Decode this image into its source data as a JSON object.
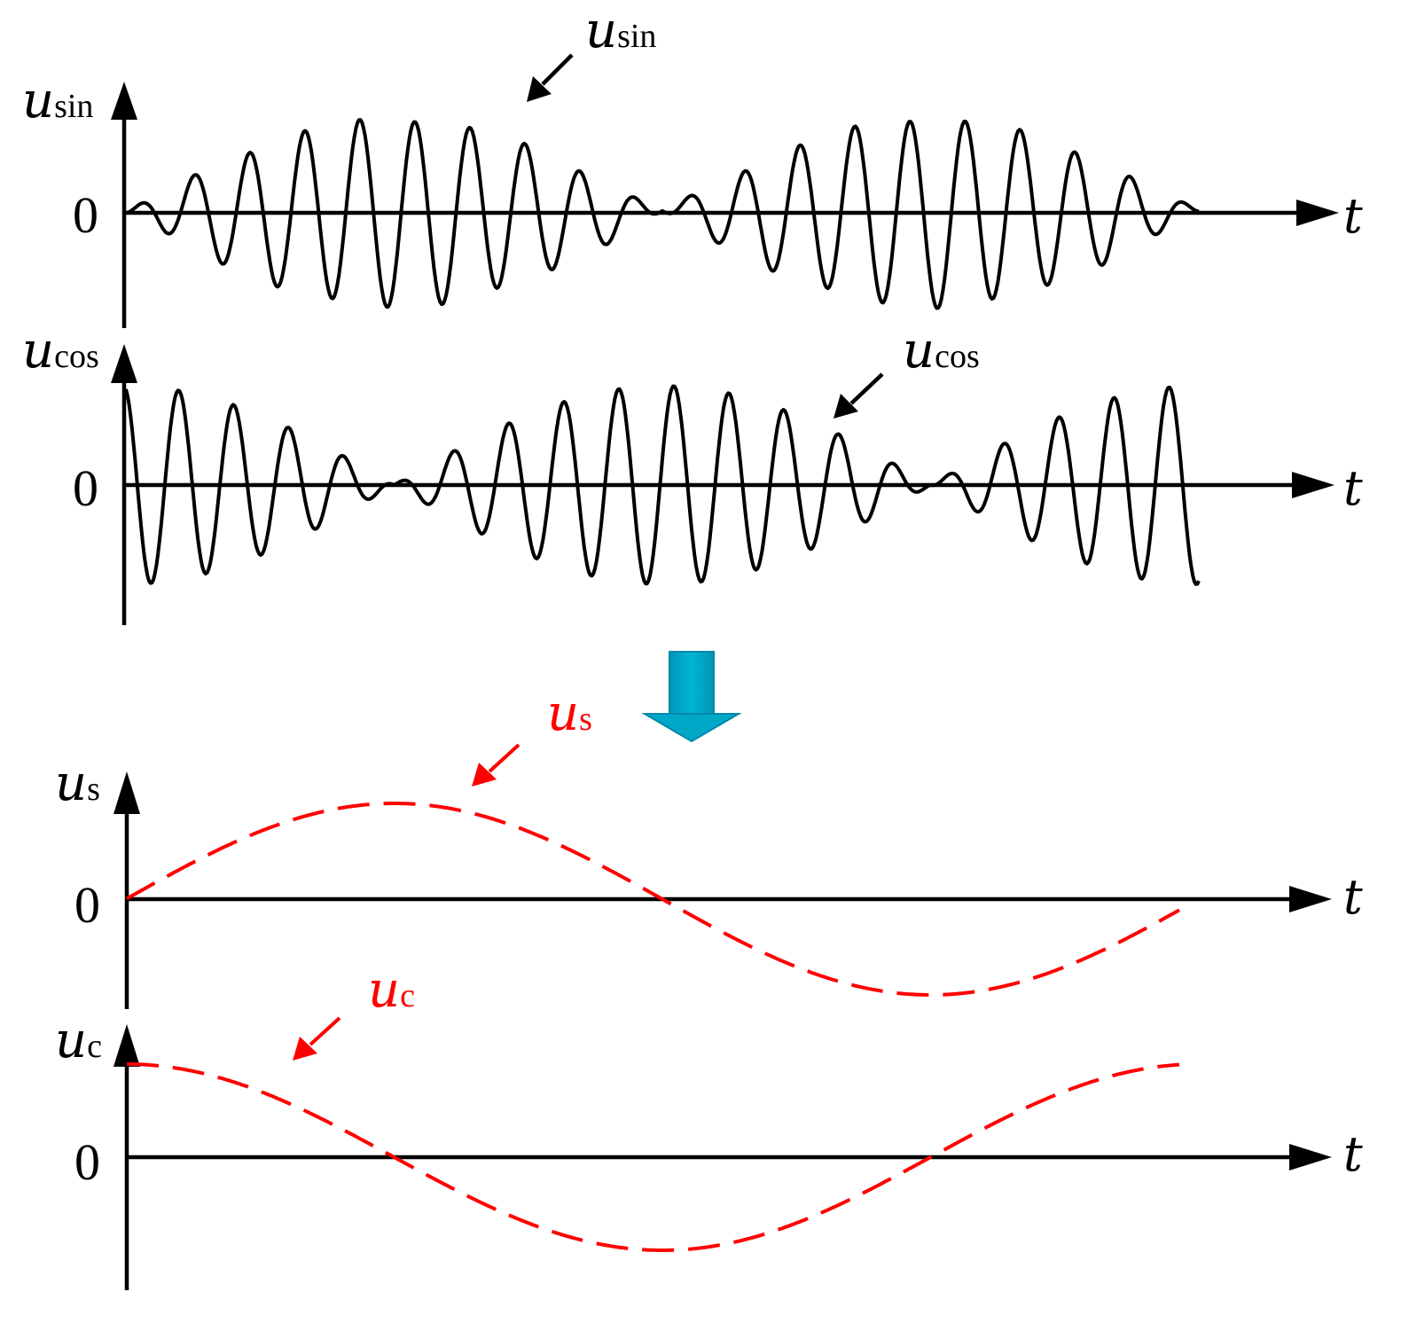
{
  "colors": {
    "signal": "#000000",
    "envelope": "#ff0000",
    "transform_arrow": "#00a8c8"
  },
  "axes": {
    "zero_label": "0",
    "time_label": "t"
  },
  "panels": [
    {
      "id": "usin",
      "axis_label": {
        "var": "u",
        "sub": "sin"
      },
      "callout": {
        "var": "u",
        "sub": "sin"
      },
      "style": "solid"
    },
    {
      "id": "ucos",
      "axis_label": {
        "var": "u",
        "sub": "cos"
      },
      "callout": {
        "var": "u",
        "sub": "cos"
      },
      "style": "solid"
    },
    {
      "id": "us",
      "axis_label": {
        "var": "u",
        "sub": "s"
      },
      "callout": {
        "var": "u",
        "sub": "s"
      },
      "style": "dashed"
    },
    {
      "id": "uc",
      "axis_label": {
        "var": "u",
        "sub": "c"
      },
      "callout": {
        "var": "u",
        "sub": "c"
      },
      "style": "dashed"
    }
  ],
  "transform_arrow": {
    "icon": "down-arrow-icon"
  }
}
